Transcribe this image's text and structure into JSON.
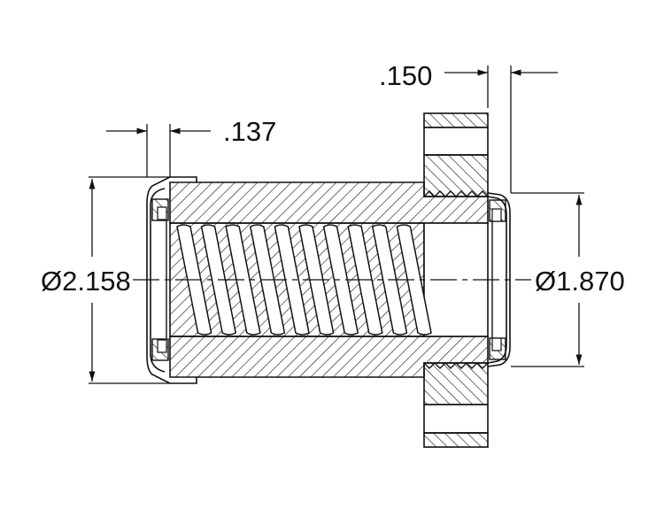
{
  "dimensions": {
    "seal_width": ".137",
    "flange_width": ".150",
    "outer_diameter": "Ø2.158",
    "inner_diameter": "Ø1.870"
  },
  "colors": {
    "line": "#111111",
    "background": "#ffffff"
  }
}
